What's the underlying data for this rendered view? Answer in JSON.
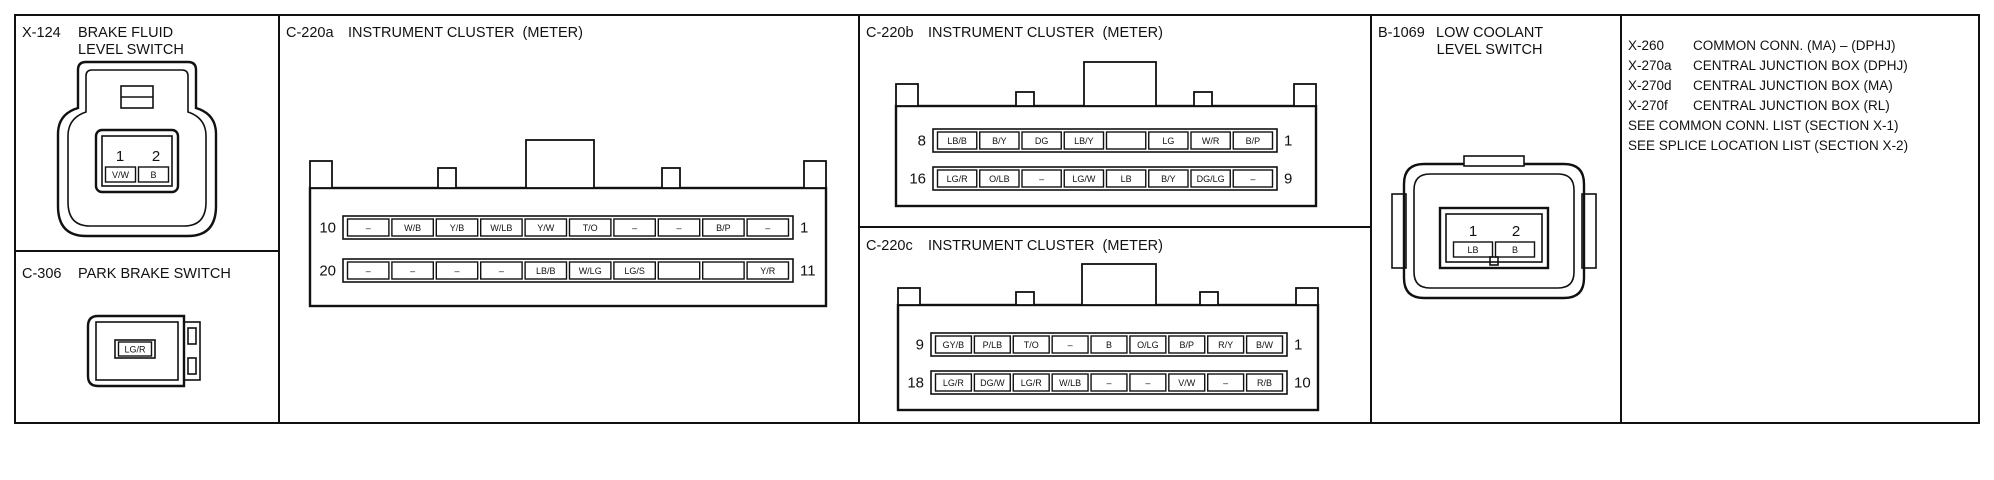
{
  "connectors": {
    "x124": {
      "code": "X-124",
      "title": "BRAKE FLUID\nLEVEL SWITCH",
      "pin_nums": [
        "1",
        "2"
      ],
      "pins": [
        "V/W",
        "B"
      ]
    },
    "c306": {
      "code": "C-306",
      "title": "PARK BRAKE SWITCH",
      "pins": [
        "LG/R"
      ]
    },
    "c220a": {
      "code": "C-220a",
      "title": "INSTRUMENT CLUSTER  (METER)",
      "row1_left": "10",
      "row1_right": "1",
      "row2_left": "20",
      "row2_right": "11",
      "row1": [
        "–",
        "W/B",
        "Y/B",
        "W/LB",
        "Y/W",
        "T/O",
        "–",
        "–",
        "B/P",
        "–"
      ],
      "row2": [
        "–",
        "–",
        "–",
        "–",
        "LB/B",
        "W/LG",
        "LG/S",
        "",
        "",
        "Y/R"
      ]
    },
    "c220b": {
      "code": "C-220b",
      "title": "INSTRUMENT CLUSTER  (METER)",
      "row1_left": "8",
      "row1_right": "1",
      "row2_left": "16",
      "row2_right": "9",
      "row1": [
        "LB/B",
        "B/Y",
        "DG",
        "LB/Y",
        "",
        "LG",
        "W/R",
        "B/P"
      ],
      "row2": [
        "LG/R",
        "O/LB",
        "–",
        "LG/W",
        "LB",
        "B/Y",
        "DG/LG",
        "–"
      ]
    },
    "c220c": {
      "code": "C-220c",
      "title": "INSTRUMENT CLUSTER  (METER)",
      "row1_left": "9",
      "row1_right": "1",
      "row2_left": "18",
      "row2_right": "10",
      "row1": [
        "GY/B",
        "P/LB",
        "T/O",
        "–",
        "B",
        "O/LG",
        "B/P",
        "R/Y",
        "B/W"
      ],
      "row2": [
        "LG/R",
        "DG/W",
        "LG/R",
        "W/LB",
        "–",
        "–",
        "V/W",
        "–",
        "R/B"
      ]
    },
    "b1069": {
      "code": "B-1069",
      "title": "LOW COOLANT\nLEVEL SWITCH",
      "pin_nums": [
        "1",
        "2"
      ],
      "pins": [
        "LB",
        "B"
      ]
    }
  },
  "notes": [
    {
      "code": "X-260",
      "text": "COMMON CONN. (MA) – (DPHJ)"
    },
    {
      "code": "X-270a",
      "text": "CENTRAL JUNCTION BOX (DPHJ)"
    },
    {
      "code": "X-270d",
      "text": "CENTRAL JUNCTION BOX (MA)"
    },
    {
      "code": "X-270f",
      "text": "CENTRAL JUNCTION BOX (RL)"
    },
    {
      "code": "",
      "text": "SEE COMMON CONN. LIST (SECTION X-1)"
    },
    {
      "code": "",
      "text": "SEE SPLICE LOCATION LIST (SECTION X-2)"
    }
  ]
}
